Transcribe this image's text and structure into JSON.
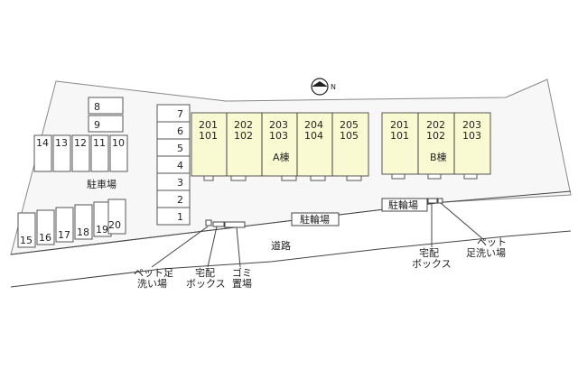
{
  "compass": {
    "letter": "N"
  },
  "lots_top": [
    "8",
    "9"
  ],
  "lots_row_a": [
    "14",
    "13",
    "12",
    "11",
    "10"
  ],
  "lots_row_b": [
    "15",
    "16",
    "17",
    "18",
    "19",
    "20"
  ],
  "lots_column": [
    "7",
    "6",
    "5",
    "4",
    "3",
    "2",
    "1"
  ],
  "parking_label": "駐車場",
  "building_a": {
    "label": "A棟",
    "units": [
      {
        "top": "201",
        "bottom": "101"
      },
      {
        "top": "202",
        "bottom": "102"
      },
      {
        "top": "203",
        "bottom": "103"
      },
      {
        "top": "204",
        "bottom": "104"
      },
      {
        "top": "205",
        "bottom": "105"
      }
    ]
  },
  "building_b": {
    "label": "B棟",
    "units": [
      {
        "top": "201",
        "bottom": "101"
      },
      {
        "top": "202",
        "bottom": "102"
      },
      {
        "top": "203",
        "bottom": "103"
      }
    ]
  },
  "bike_parking_label": "駐輪場",
  "road_label": "道路",
  "legend_left": {
    "pet": [
      "ペット足",
      "洗い場"
    ],
    "delivery": [
      "宅配",
      "ボックス"
    ],
    "trash": [
      "ゴミ",
      "置場"
    ]
  },
  "legend_right": {
    "delivery": [
      "宅配",
      "ボックス"
    ],
    "pet": [
      "ペット",
      "足洗い場"
    ]
  }
}
